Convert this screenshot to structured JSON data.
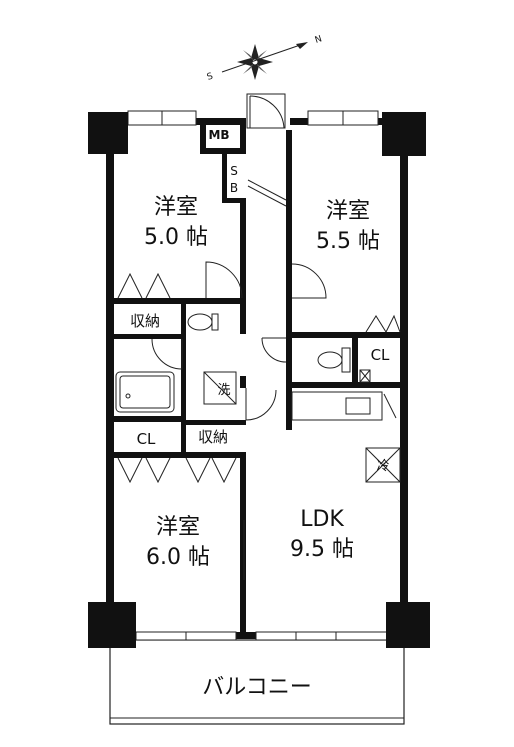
{
  "compass": {
    "north": "N",
    "south": "S"
  },
  "rooms": {
    "bedroom_nw": {
      "name": "洋室",
      "size": "5.0 帖"
    },
    "bedroom_ne": {
      "name": "洋室",
      "size": "5.5 帖"
    },
    "bedroom_sw": {
      "name": "洋室",
      "size": "6.0 帖"
    },
    "ldk": {
      "name": "LDK",
      "size": "9.5 帖"
    }
  },
  "labels": {
    "mb": "MB",
    "sb_s": "S",
    "sb_b": "B",
    "storage_upper": "収納",
    "storage_lower": "収納",
    "closet_sw": "CL",
    "closet_ne": "CL",
    "washer": "洗",
    "fridge": "冷",
    "balcony": "バルコニー"
  }
}
